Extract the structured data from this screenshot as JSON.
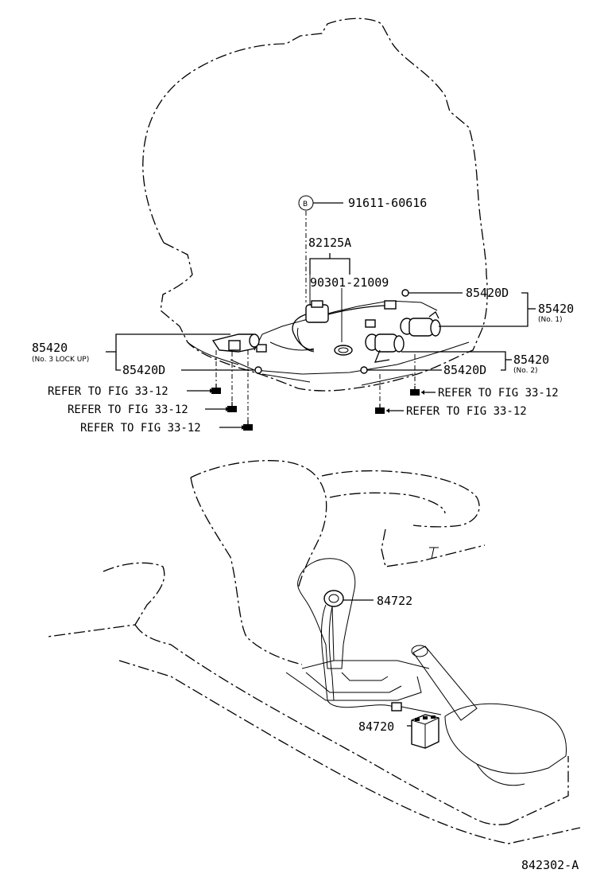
{
  "labels": {
    "p_91611": "91611-60616",
    "b_marker": "B",
    "p_82125A": "82125A",
    "p_90301": "90301-21009",
    "p_85420D_top": "85420D",
    "p_85420_no1": "85420",
    "p_no1": "(No. 1)",
    "p_85420_no3": "85420",
    "p_no3": "(No. 3 LOCK UP)",
    "p_85420D_left": "85420D",
    "p_85420D_right": "85420D",
    "p_85420_no2": "85420",
    "p_no2": "(No. 2)",
    "p_84722": "84722",
    "p_84720": "84720",
    "fig_code": "842302-A"
  },
  "refer": [
    "REFER TO FIG 33-12",
    "REFER TO FIG 33-12",
    "REFER TO FIG 33-12",
    "REFER TO FIG 33-12",
    "REFER TO FIG 33-12"
  ]
}
